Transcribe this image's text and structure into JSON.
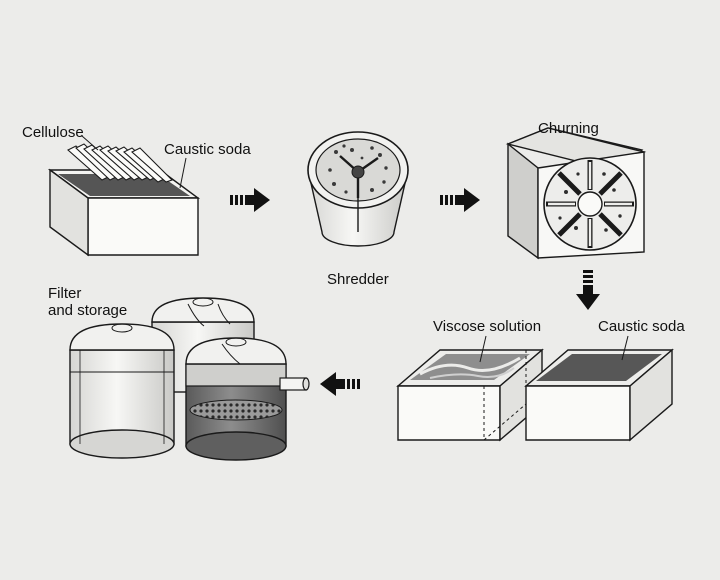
{
  "labels": {
    "cellulose": "Cellulose",
    "caustic_soda_top": "Caustic soda",
    "shredder": "Shredder",
    "churning": "Churning",
    "viscose_solution": "Viscose solution",
    "caustic_soda_bottom": "Caustic soda",
    "filter_line1": "Filter",
    "filter_line2": "and storage"
  },
  "colors": {
    "background": "#ececea",
    "stroke": "#1a1a1a",
    "arrow": "#111111",
    "liquid_dark": "#5e5e5e",
    "filter_tank_fill": "#7a7a7a"
  },
  "icons": [
    "process-arrow-icon"
  ]
}
